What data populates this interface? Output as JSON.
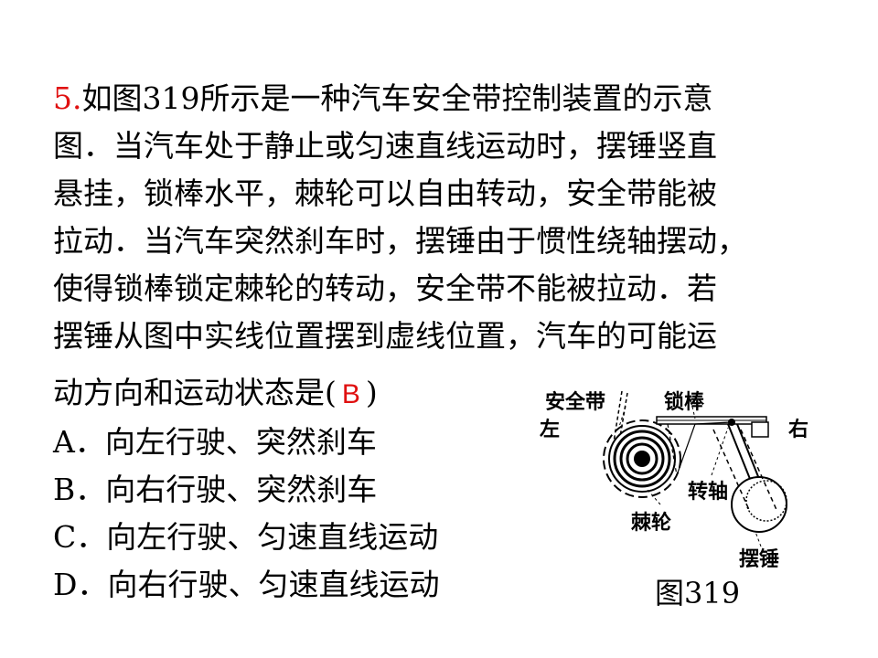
{
  "question": {
    "number": "5.",
    "lines": [
      "如图319所示是一种汽车安全带控制装置的示意",
      "图．当汽车处于静止或匀速直线运动时，摆锤竖直",
      "悬挂，锁棒水平，棘轮可以自由转动，安全带能被",
      "拉动．当汽车突然刹车时，摆锤由于惯性绕轴摆动，",
      "使得锁棒锁定棘轮的转动，安全带不能被拉动．若",
      "摆锤从图中实线位置摆到虚线位置，汽车的可能运"
    ],
    "last_line_prefix": "动方向和运动状态是(",
    "answer": "B",
    "last_line_suffix": ")"
  },
  "options": [
    "A．向左行驶、突然刹车",
    "B．向右行驶、突然刹车",
    "C．向左行驶、匀速直线运动",
    "D．向右行驶、匀速直线运动"
  ],
  "figure": {
    "labels": {
      "seatbelt": "安全带",
      "lock_rod": "锁棒",
      "left": "左",
      "right": "右",
      "shaft": "转轴",
      "ratchet": "棘轮",
      "pendulum": "摆锤"
    },
    "caption": "图319"
  }
}
